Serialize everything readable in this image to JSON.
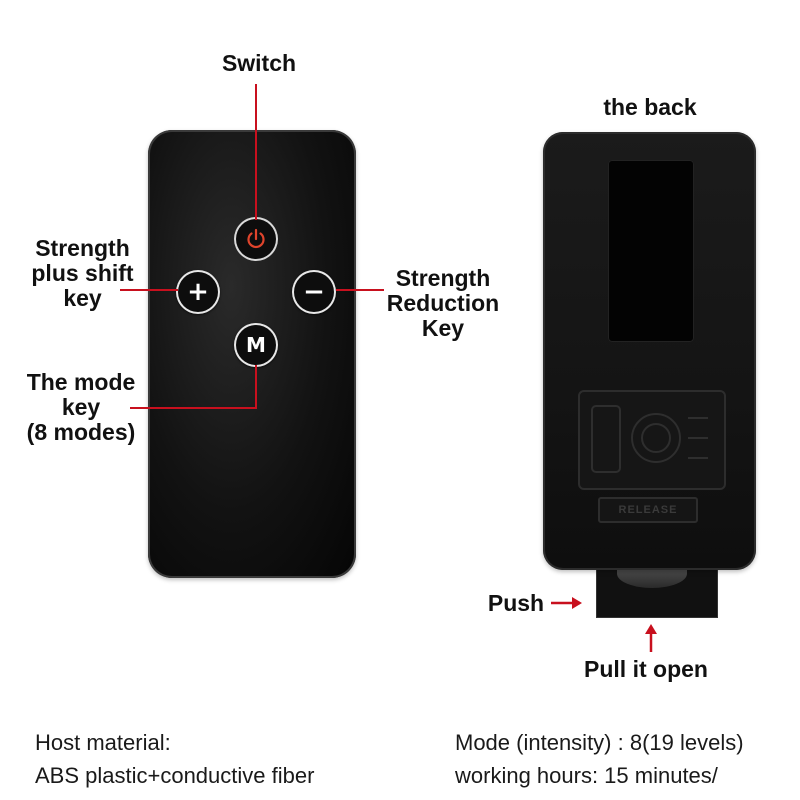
{
  "front": {
    "callouts": {
      "switch": "Switch",
      "strength_plus": [
        "Strength",
        "plus shift",
        "key"
      ],
      "strength_reduction": [
        "Strength",
        "Reduction",
        "Key"
      ],
      "mode_key": [
        "The mode",
        "key",
        "(8 modes)"
      ]
    },
    "buttons": {
      "plus": "+",
      "minus": "−",
      "mode": "M"
    }
  },
  "back": {
    "title": "the back",
    "push_label": "Push",
    "pull_label": "Pull it open",
    "release_text": "RELEASE"
  },
  "specs": {
    "left": [
      "Host material:",
      "ABS plastic+conductive fiber"
    ],
    "right": [
      "Mode (intensity) : 8(19 levels)",
      "working hours: 15 minutes/"
    ]
  },
  "colors": {
    "callout_line": "#c8101e",
    "power_icon": "#e0442c",
    "remote_body": "#111111"
  },
  "icons": [
    "power-icon",
    "plus-icon",
    "minus-icon",
    "arrow-right-icon",
    "arrow-up-icon"
  ]
}
